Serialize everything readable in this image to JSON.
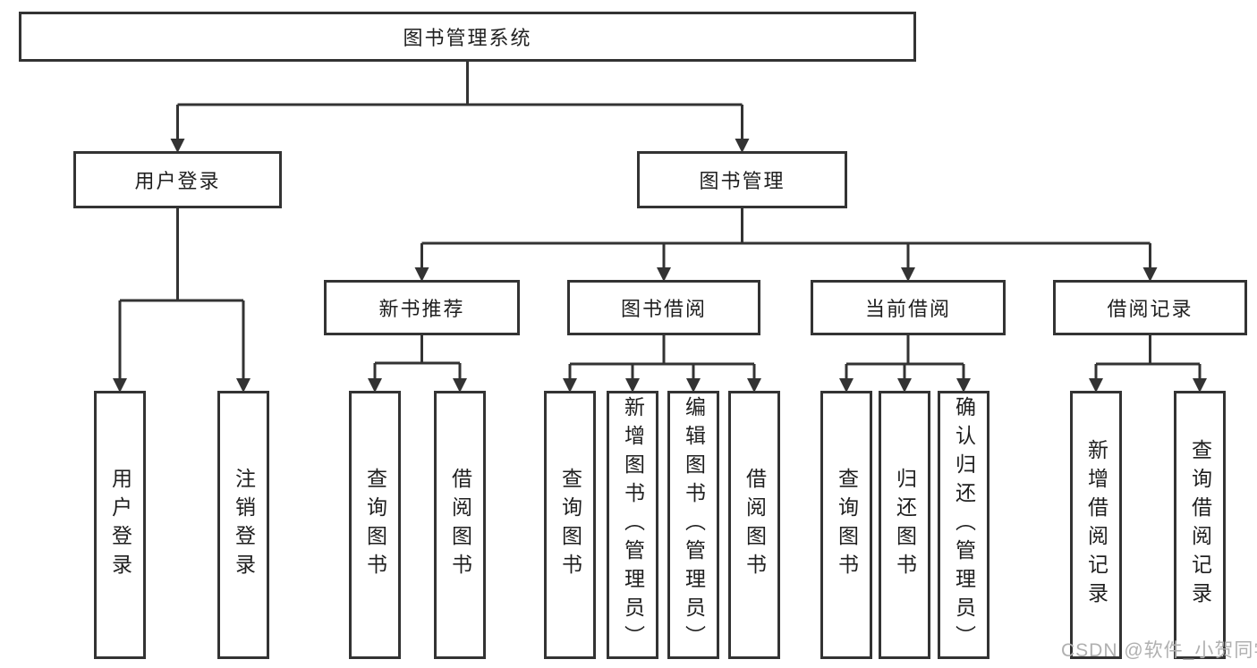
{
  "nodes": {
    "root": {
      "label": "图书管理系统"
    },
    "branches": [
      {
        "id": "user-login",
        "label": "用户登录",
        "leaves": [
          "用户登录",
          "注销登录"
        ]
      },
      {
        "id": "book-mgmt",
        "label": "图书管理",
        "groups": [
          {
            "id": "new-book-recommend",
            "label": "新书推荐",
            "leaves": [
              "查询图书",
              "借阅图书"
            ]
          },
          {
            "id": "book-borrow",
            "label": "图书借阅",
            "leaves": [
              "查询图书",
              "新增图书（管理员）",
              "编辑图书（管理员）",
              "借阅图书"
            ]
          },
          {
            "id": "current-borrow",
            "label": "当前借阅",
            "leaves": [
              "查询图书",
              "归还图书",
              "确认归还（管理员）"
            ]
          },
          {
            "id": "borrow-record",
            "label": "借阅记录",
            "leaves": [
              "新增借阅记录",
              "查询借阅记录"
            ]
          }
        ]
      }
    ]
  },
  "watermark": {
    "text": "CSDN @软件_小贺同学"
  },
  "colors": {
    "line": "#333333",
    "box_border": "#333333",
    "box_fill": "#ffffff",
    "text": "#1f1f1f",
    "watermark": "#b0b0b0",
    "background": "#ffffff"
  }
}
